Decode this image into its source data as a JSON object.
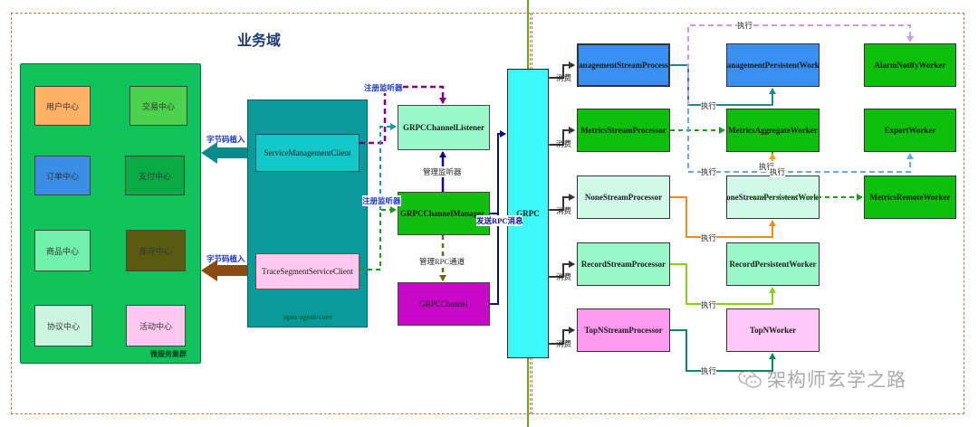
{
  "domain_title": "业务域",
  "cluster_label": "微服务集群",
  "services": [
    "用户中心",
    "交易中心",
    "订单中心",
    "支付中心",
    "商品中心",
    "库存中心",
    "协议中心",
    "活动中心"
  ],
  "agent": {
    "label": "apm-agent-core",
    "client1": "ServiceManagementClient",
    "client2": "TraceSegmentServiceClient"
  },
  "grpc": {
    "listener": "GRPCChannelListener",
    "manager": "GRPCChannelManager",
    "channel": "GRPCChannel",
    "bus": "GRPC"
  },
  "processors": [
    "ManagementStreamProcessor",
    "MetricsStreamProcessor",
    "NoneStreamProcessor",
    "RecordStreamProcessor",
    "TopNStreamProcessor"
  ],
  "workers": {
    "management": "ManagementPersistentWorker",
    "metrics_aggregate": "MetricsAggregateWorker",
    "none_persistent": "NoneStreamPersistentWorker",
    "record_persistent": "RecordPersistentWorker",
    "topn": "TopNWorker",
    "alarm": "AlarmNotifyWorker",
    "export": "ExportWorker",
    "metrics_remote": "MetricsRemoteWorker"
  },
  "labels": {
    "bytecode1": "字节码植入",
    "bytecode2": "字节码植入",
    "register1": "注册监听器",
    "register2": "注册监听器",
    "manage_listener": "管理监听器",
    "manage_rpc": "管理RPC通道",
    "send_rpc": "发送RPC消息",
    "consume": "消费",
    "execute": "执行"
  },
  "watermark": "架构师玄学之路"
}
